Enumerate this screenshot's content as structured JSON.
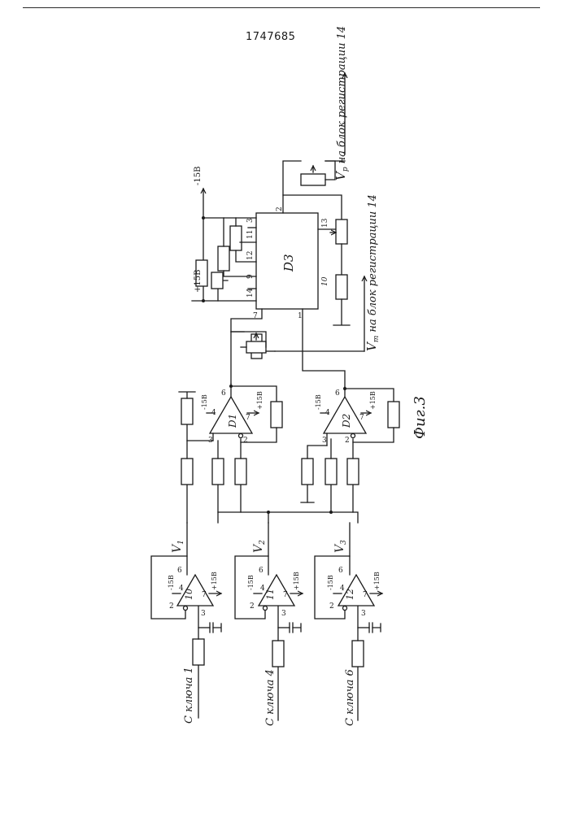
{
  "patent_number": "1747685",
  "figure_caption": "Фиг.3",
  "power": {
    "neg": "-15В",
    "pos": "+15В",
    "neg_small": "-15В",
    "pos_small": "+15В"
  },
  "inputs": [
    {
      "text": "С ключа 1"
    },
    {
      "text": "С ключа 4"
    },
    {
      "text": "С ключа 6"
    }
  ],
  "buffer_amps": [
    {
      "id": "10",
      "v_label": "V",
      "v_sub": "1"
    },
    {
      "id": "11",
      "v_label": "V",
      "v_sub": "2"
    },
    {
      "id": "12",
      "v_label": "V",
      "v_sub": "3"
    }
  ],
  "diff_amps": [
    {
      "id": "D1"
    },
    {
      "id": "D2"
    }
  ],
  "chip": {
    "id": "D3",
    "pins": {
      "p1": "1",
      "p2": "2",
      "p3": "3",
      "p7": "7",
      "p9": "9",
      "p10": "10",
      "p11": "11",
      "p12": "12",
      "p13": "13",
      "p14": "14"
    }
  },
  "amp_pins": {
    "p2": "2",
    "p3": "3",
    "p4": "4",
    "p6": "6",
    "p7": "7"
  },
  "outputs": {
    "vp_label": "V",
    "vp_sub": "р",
    "vp_text": "на блок регистрации 14",
    "vt_label": "V",
    "vt_sub": "т",
    "vt_text": "на блок регистрации 14"
  }
}
